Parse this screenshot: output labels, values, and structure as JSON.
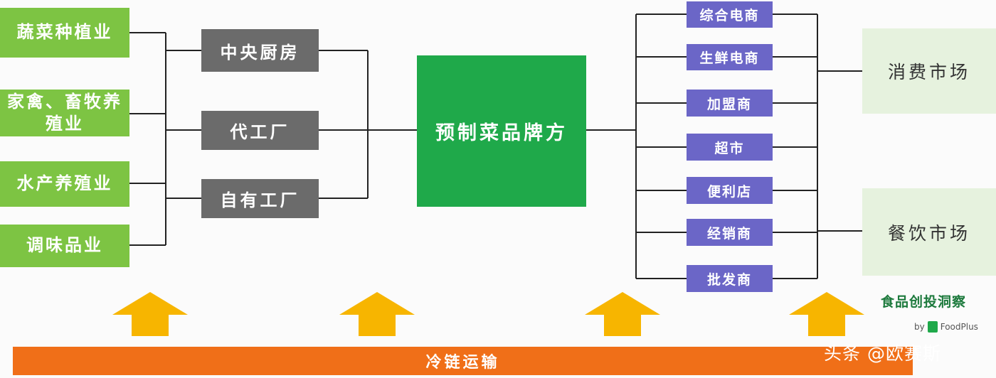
{
  "sources": [
    "蔬菜种植业",
    "家禽、畜牧养殖业",
    "水产养殖业",
    "调味品业"
  ],
  "processors": [
    "中央厨房",
    "代工厂",
    "自有工厂"
  ],
  "brand": "预制菜品牌方",
  "channels": [
    "综合电商",
    "生鲜电商",
    "加盟商",
    "超市",
    "便利店",
    "经销商",
    "批发商"
  ],
  "markets": [
    "消费市场",
    "餐饮市场"
  ],
  "cold_chain": "冷链运输",
  "logo": {
    "name": "食品创投洞察",
    "by": "by",
    "brand": "FoodPlus"
  },
  "watermark": "头条 @欧赛斯",
  "colors": {
    "source": "#7dc443",
    "processor": "#6b6b6b",
    "brand": "#1fa94a",
    "channel": "#6b66c7",
    "market": "#e6f2de",
    "cold_chain": "#f06f18",
    "arrow": "#f7b500"
  }
}
